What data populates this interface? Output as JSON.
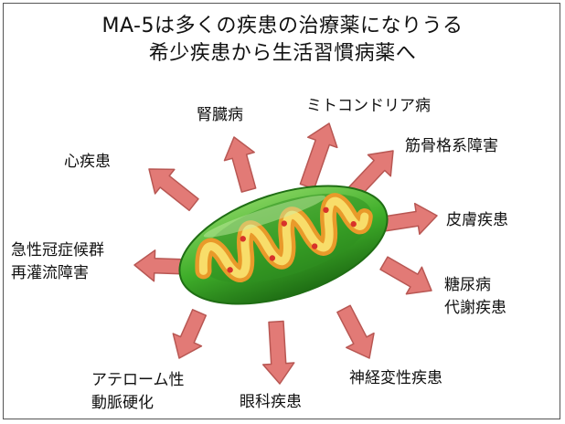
{
  "title": {
    "line1": "MA-5は多くの疾患の治療薬になりうる",
    "line2": "希少疾患から生活習慣病薬へ"
  },
  "center": {
    "label_icon": "mitochondrion-icon"
  },
  "diseases": [
    {
      "id": "kidney",
      "lines": [
        "腎臓病"
      ]
    },
    {
      "id": "mito",
      "lines": [
        "ミトコンドリア病"
      ]
    },
    {
      "id": "heart",
      "lines": [
        "心疾患"
      ]
    },
    {
      "id": "musculo",
      "lines": [
        "筋骨格系障害"
      ]
    },
    {
      "id": "skin",
      "lines": [
        "皮膚疾患"
      ]
    },
    {
      "id": "acute",
      "lines": [
        "急性冠症候群",
        "再灌流障害"
      ]
    },
    {
      "id": "diabetes",
      "lines": [
        "糖尿病",
        "代謝疾患"
      ]
    },
    {
      "id": "athero",
      "lines": [
        "アテローム性",
        "動脈硬化"
      ]
    },
    {
      "id": "eye",
      "lines": [
        "眼科疾患"
      ]
    },
    {
      "id": "neuro",
      "lines": [
        "神経変性疾患"
      ]
    }
  ],
  "colors": {
    "arrow_fill": "#e27a76",
    "arrow_stroke": "#b85753",
    "membrane_green": "#3fae2a",
    "membrane_dark": "#247a18",
    "inner_orange": "#f2b23c",
    "inner_yellow": "#f8dd6a",
    "dot_red": "#d8322a"
  }
}
